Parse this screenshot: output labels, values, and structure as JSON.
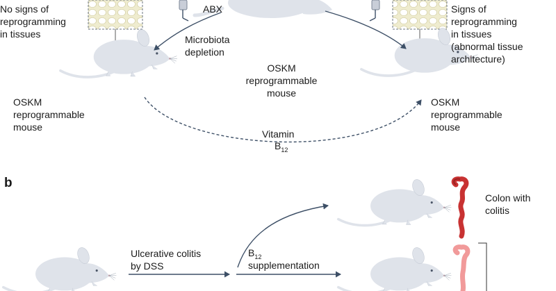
{
  "panel_b": {
    "letter": "b"
  },
  "labels": {
    "no_signs": "No signs of\nreprogramming\nin tissues",
    "abx": "ABX",
    "microbiota": "Microbiota\ndepletion",
    "signs": "Signs of\nreprogramming\nin tissues\n(abnormal tissue\narchitecture)",
    "oskm_center": "OSKM\nreprogrammable\nmouse",
    "oskm_left": "OSKM\nreprogrammable\nmouse",
    "oskm_right": "OSKM\nreprogrammable\nmouse",
    "vitamin": "Vitamin",
    "vitamin_b_letter": "B",
    "vitamin_b_sub": "12",
    "colon_colitis": "Colon with\ncolitis",
    "ulcerative": "Ulcerative colitis\nby DSS",
    "supp_b_letter": "B",
    "supp_b_sub": "12",
    "supplementation": "supplementation"
  },
  "colors": {
    "mouse_body": "#dfe3ea",
    "mouse_outline": "#b7bfcc",
    "arrow": "#3d4f66",
    "tissue_fill": "#efeccf",
    "tissue_cell": "#ffffff",
    "colon_red": "#c83232",
    "colon_pink": "#f19a9a"
  }
}
